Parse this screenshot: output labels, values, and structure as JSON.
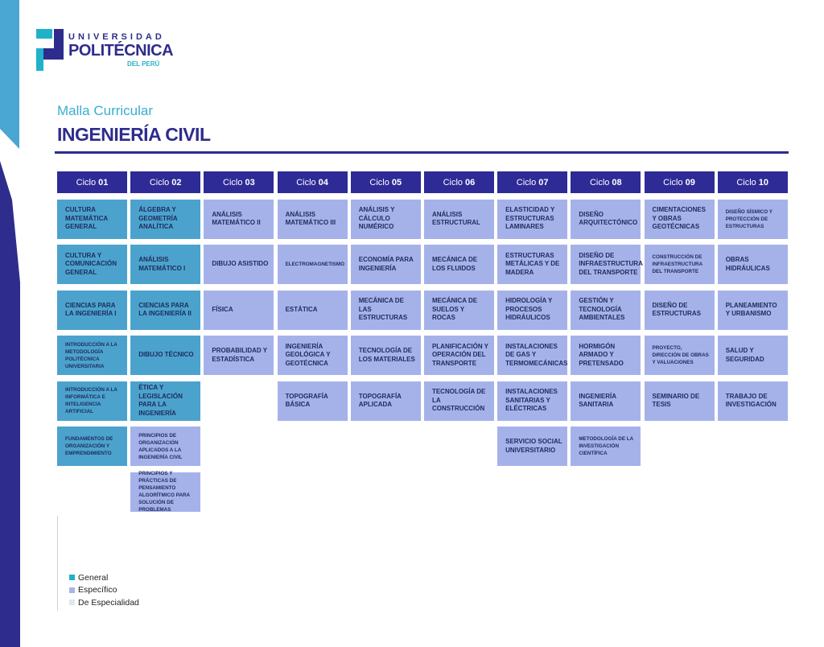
{
  "logo": {
    "line1": "UNIVERSIDAD",
    "line2": "POLITÉCNICA",
    "line3": "DEL PERÚ"
  },
  "header": {
    "subtitle": "Malla Curricular",
    "title": "INGENIERÍA CIVIL"
  },
  "colors": {
    "general": "#4ba3cd",
    "especifico": "#a5b2ea",
    "especialidad": "#dde9ee",
    "header": "#2e2a96"
  },
  "cycles": [
    {
      "prefix": "Ciclo",
      "number": "01",
      "courses": [
        {
          "name": "Cultura Matemática General",
          "type": "general"
        },
        {
          "name": "Cultura y Comunicación General",
          "type": "general"
        },
        {
          "name": "Ciencias para la Ingeniería I",
          "type": "general"
        },
        {
          "name": "Introducción a la Metodología Politécnica Universitaria",
          "type": "general"
        },
        {
          "name": "Introducción a la Informática e Inteligencia Artificial",
          "type": "general"
        },
        {
          "name": "Fundamentos de Organización y Emprendimiento",
          "type": "general"
        }
      ]
    },
    {
      "prefix": "Ciclo",
      "number": "02",
      "courses": [
        {
          "name": "Álgebra y Geometría Analítica",
          "type": "general"
        },
        {
          "name": "Análisis Matemático I",
          "type": "general"
        },
        {
          "name": "Ciencias para la Ingeniería II",
          "type": "general"
        },
        {
          "name": "Dibujo Técnico",
          "type": "general"
        },
        {
          "name": "Ética y Legislación para la Ingeniería",
          "type": "general"
        },
        {
          "name": "Principios de Organización Aplicados a la Ingeniería Civil",
          "type": "especifico"
        },
        {
          "name": "Principios y Prácticas de Pensamiento Algorítmico para Solución de Problemas",
          "type": "especifico"
        }
      ]
    },
    {
      "prefix": "Ciclo",
      "number": "03",
      "courses": [
        {
          "name": "Análisis Matemático II",
          "type": "especifico"
        },
        {
          "name": "Dibujo Asistido",
          "type": "especifico"
        },
        {
          "name": "Física",
          "type": "especifico"
        },
        {
          "name": "Probabilidad y Estadística",
          "type": "especifico"
        }
      ]
    },
    {
      "prefix": "Ciclo",
      "number": "04",
      "courses": [
        {
          "name": "Análisis Matemático III",
          "type": "especifico"
        },
        {
          "name": "Electromagnetismo",
          "type": "especifico"
        },
        {
          "name": "Estática",
          "type": "especifico"
        },
        {
          "name": "Ingeniería Geológica y Geotécnica",
          "type": "especifico"
        },
        {
          "name": "Topografía Básica",
          "type": "especifico"
        }
      ]
    },
    {
      "prefix": "Ciclo",
      "number": "05",
      "courses": [
        {
          "name": "Análisis y Cálculo Numérico",
          "type": "especifico"
        },
        {
          "name": "Economía para Ingeniería",
          "type": "especifico"
        },
        {
          "name": "Mecánica de las Estructuras",
          "type": "especifico"
        },
        {
          "name": "Tecnología de los Materiales",
          "type": "especifico"
        },
        {
          "name": "Topografía Aplicada",
          "type": "especifico"
        }
      ]
    },
    {
      "prefix": "Ciclo",
      "number": "06",
      "courses": [
        {
          "name": "Análisis Estructural",
          "type": "especifico"
        },
        {
          "name": "Mecánica de los Fluidos",
          "type": "especifico"
        },
        {
          "name": "Mecánica de Suelos y Rocas",
          "type": "especifico"
        },
        {
          "name": "Planificación y Operación del Transporte",
          "type": "especifico"
        },
        {
          "name": "Tecnología de la Construcción",
          "type": "especifico"
        }
      ]
    },
    {
      "prefix": "Ciclo",
      "number": "07",
      "courses": [
        {
          "name": "Elasticidad y Estructuras Laminares",
          "type": "especifico"
        },
        {
          "name": "Estructuras Metálicas y de Madera",
          "type": "especifico"
        },
        {
          "name": "Hidrología y Procesos Hidráulicos",
          "type": "especifico"
        },
        {
          "name": "Instalaciones de Gas y Termomecánicas",
          "type": "especifico"
        },
        {
          "name": "Instalaciones Sanitarias y Eléctricas",
          "type": "especifico"
        },
        {
          "name": "Servicio Social Universitario",
          "type": "especifico"
        }
      ]
    },
    {
      "prefix": "Ciclo",
      "number": "08",
      "courses": [
        {
          "name": "Diseño Arquitectónico",
          "type": "especifico"
        },
        {
          "name": "Diseño de Infraestructura del Transporte",
          "type": "especifico"
        },
        {
          "name": "Gestión y Tecnología Ambientales",
          "type": "especifico"
        },
        {
          "name": "Hormigón Armado y Pretensado",
          "type": "especifico"
        },
        {
          "name": "Ingeniería Sanitaria",
          "type": "especifico"
        },
        {
          "name": "Metodología de la Investigación Científica",
          "type": "especifico"
        }
      ]
    },
    {
      "prefix": "Ciclo",
      "number": "09",
      "courses": [
        {
          "name": "Cimentaciones y Obras Geotécnicas",
          "type": "especifico"
        },
        {
          "name": "Construcción de Infraestructura del Transporte",
          "type": "especifico"
        },
        {
          "name": "Diseño de Estructuras",
          "type": "especifico"
        },
        {
          "name": "Proyecto, Dirección de Obras y Valuaciones",
          "type": "especifico"
        },
        {
          "name": "Seminario de Tesis",
          "type": "especifico"
        }
      ]
    },
    {
      "prefix": "Ciclo",
      "number": "10",
      "courses": [
        {
          "name": "Diseño Sísmico y Protección de Estructuras",
          "type": "especifico"
        },
        {
          "name": "Obras Hidráulicas",
          "type": "especifico"
        },
        {
          "name": "Planeamiento y Urbanismo",
          "type": "especifico"
        },
        {
          "name": "Salud y Seguridad",
          "type": "especifico"
        },
        {
          "name": "Trabajo de Investigación",
          "type": "especifico"
        }
      ]
    }
  ],
  "legend": [
    {
      "label": "General",
      "color": "#1fb2c9"
    },
    {
      "label": "Específico",
      "color": "#aab4ea"
    },
    {
      "label": "De Especialidad",
      "color": "#dde9ee"
    }
  ]
}
